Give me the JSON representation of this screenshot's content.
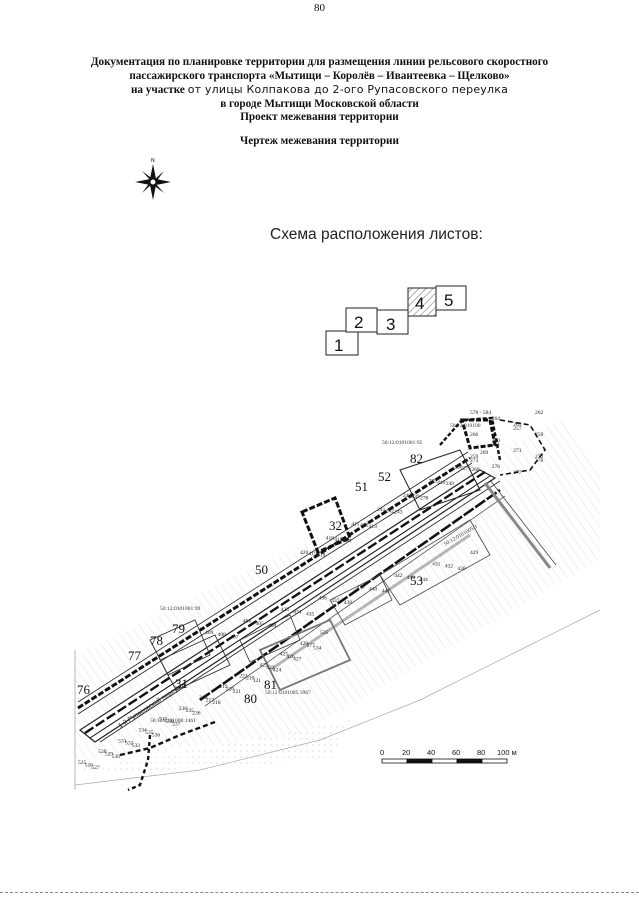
{
  "page_number": "80",
  "title": {
    "line1": "Документация по планировке территории для размещения линии рельсового скоростного",
    "line2": "пассажирского транспорта «Мытищи – Королёв – Ивантеевка – Щелково»",
    "line3_prefix": "на участке",
    "line3_hand": "от улицы Колпакова до 2-ого Рупасовского переулка",
    "line4": "в городе Мытищи Московской области",
    "line5": "Проект межевания территории"
  },
  "drawing_title": "Чертеж межевания территории",
  "sheet_scheme": {
    "title": "Схема расположения листов:",
    "sheets": [
      "1",
      "2",
      "3",
      "4",
      "5"
    ],
    "hatched_sheet": "4"
  },
  "scale_bar": {
    "ticks": [
      "0",
      "20",
      "40",
      "60",
      "80",
      "100 м"
    ]
  },
  "map": {
    "cadastral_labels": [
      "50:12:0101001:95",
      "50:12:0101001:99",
      "50:12:0101005:3",
      "50:12:0101005:3967",
      "50:12:0101008:1461",
      "50:12:010100"
    ],
    "zone_numbers": [
      "82",
      "52",
      "51",
      "32",
      "50",
      "53",
      "79",
      "78",
      "77",
      "76",
      "31",
      "81",
      "80"
    ],
    "street_label": "1-й Рупасовский переулок",
    "point_labels": {
      "top_right": [
        "578 - 584",
        "264",
        "263",
        "262",
        "266",
        "260",
        "257",
        "258",
        "259",
        "261",
        "271",
        "272",
        "273",
        "276",
        "277",
        "278"
      ],
      "upper": [
        "420",
        "419",
        "418",
        "416",
        "415",
        "414",
        "411",
        "412",
        "413",
        "241",
        "242",
        "243",
        "240",
        "239",
        "278",
        "279",
        "410",
        "249",
        "256",
        "275",
        "268",
        "269"
      ],
      "middle": [
        "409",
        "408",
        "407",
        "406",
        "405",
        "404",
        "433",
        "434",
        "435",
        "436",
        "437",
        "438",
        "439",
        "440",
        "441",
        "442",
        "443",
        "444",
        "431",
        "432",
        "430",
        "429"
      ],
      "lower": [
        "525",
        "526",
        "527",
        "528",
        "529",
        "530",
        "531",
        "532",
        "533",
        "534",
        "535",
        "536",
        "537",
        "538",
        "237",
        "238",
        "235",
        "236",
        "216",
        "217",
        "218",
        "219",
        "220",
        "221",
        "222",
        "210",
        "121",
        "422",
        "423",
        "424",
        "425",
        "426",
        "427",
        "428",
        "277",
        "534",
        "535"
      ]
    }
  }
}
